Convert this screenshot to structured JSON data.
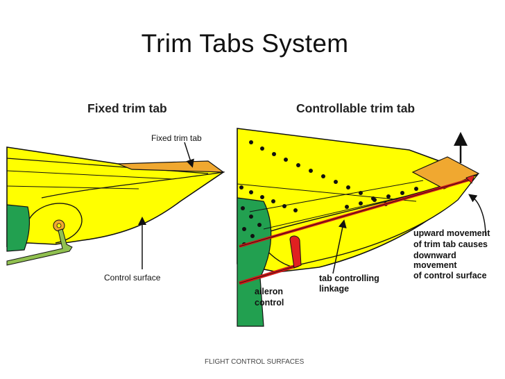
{
  "slide": {
    "title": "Trim Tabs System",
    "footer": "FLIGHT CONTROL SURFACES"
  },
  "left_panel": {
    "heading": "Fixed trim tab",
    "labels": {
      "fixed_trim_tab": "Fixed trim tab",
      "control_surface": "Control surface"
    }
  },
  "right_panel": {
    "heading": "Controllable trim tab",
    "labels": {
      "upward_line1": "upward movement",
      "upward_line2": "of trim tab causes",
      "upward_line3": "downward",
      "upward_line4": "movement",
      "upward_line5": "of control surface",
      "linkage_line1": "tab controlling",
      "linkage_line2": "linkage",
      "aileron_line1": "aileron",
      "aileron_line2": "control"
    }
  },
  "colors": {
    "wing": "#ffff00",
    "trim_tab": "#f0a830",
    "spar": "#22a050",
    "linkage": "#d01818",
    "rod_left": "#90c050"
  }
}
